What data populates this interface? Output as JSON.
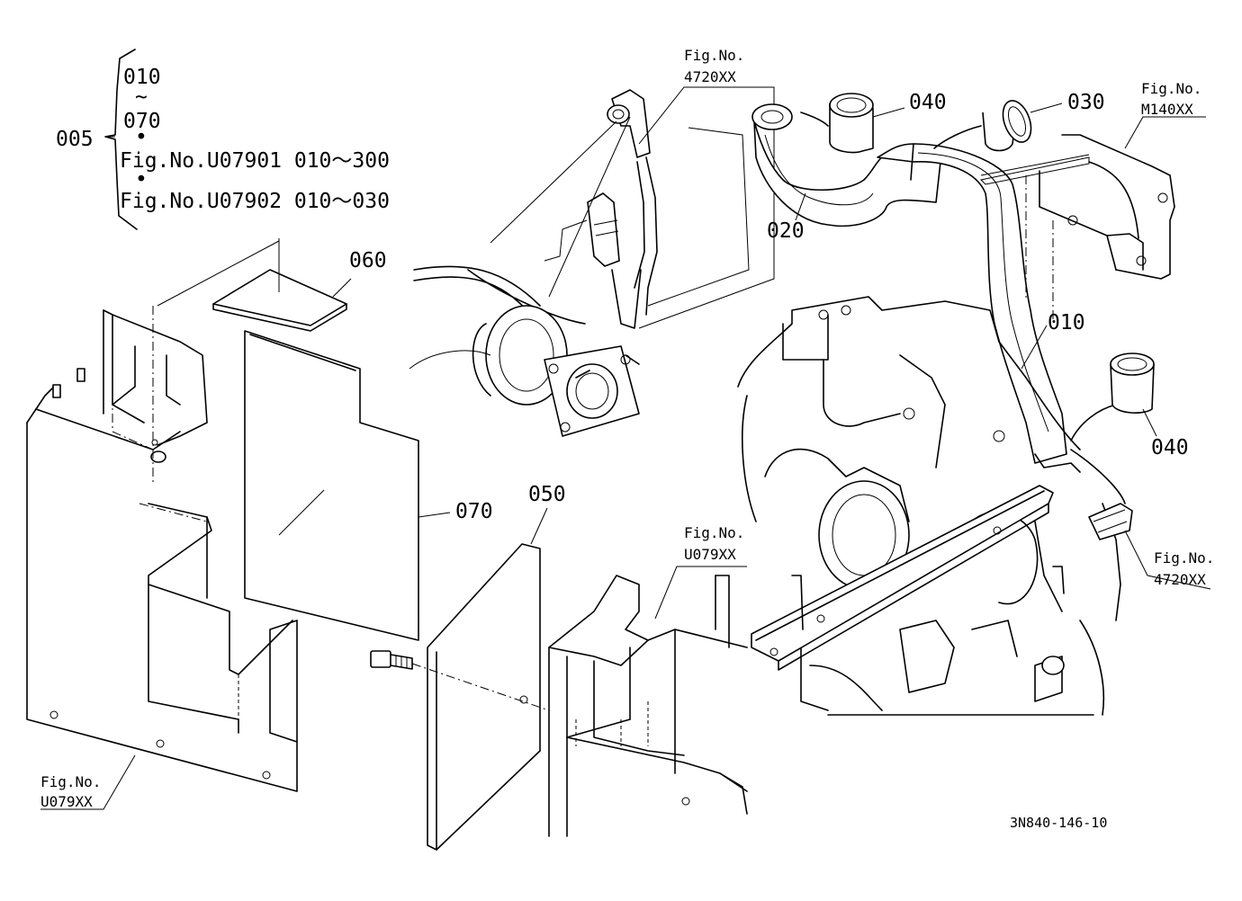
{
  "group_callout": {
    "main_no": "005",
    "range_start": "010",
    "range_tilde": "~",
    "range_end": "070",
    "ref1": "Fig.No.U07901  010～300",
    "ref2": "Fig.No.U07902  010～030",
    "bullet": "•"
  },
  "part_labels": [
    "010",
    "020",
    "030",
    "040",
    "040",
    "050",
    "060",
    "070"
  ],
  "fig_refs": [
    {
      "line1": "Fig.No.",
      "line2": "4720XX"
    },
    {
      "line1": "Fig.No.",
      "line2": "M140XX"
    },
    {
      "line1": "Fig.No.",
      "line2": "4720XX"
    },
    {
      "line1": "Fig.No.",
      "line2": "U079XX"
    },
    {
      "line1": "Fig.No.",
      "line2": "U079XX"
    }
  ],
  "drawing_id": "3N840-146-10"
}
